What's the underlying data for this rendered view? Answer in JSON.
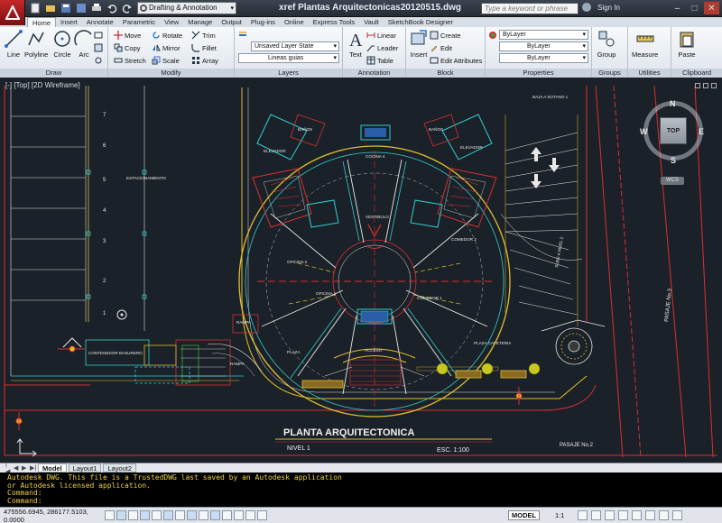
{
  "window": {
    "title": "xref Plantas Arquitectonicas20120515.dwg",
    "workspace": "Drafting & Annotation",
    "search_placeholder": "Type a keyword or phrase",
    "signin": "Sign In"
  },
  "tabs": [
    "Home",
    "Insert",
    "Annotate",
    "Parametric",
    "View",
    "Manage",
    "Output",
    "Plug-ins",
    "Online",
    "Express Tools",
    "Vault",
    "SketchBook Designer"
  ],
  "ribbon": {
    "draw": {
      "title": "Draw",
      "line": "Line",
      "polyline": "Polyline",
      "circle": "Circle",
      "arc": "Arc"
    },
    "modify": {
      "title": "Modify",
      "move": "Move",
      "rotate": "Rotate",
      "trim": "Trim",
      "copy": "Copy",
      "mirror": "Mirror",
      "fillet": "Fillet",
      "stretch": "Stretch",
      "scale": "Scale",
      "array": "Array"
    },
    "layers": {
      "title": "Layers",
      "state": "Unsaved Layer State",
      "layer": "Lineas guias"
    },
    "annotation": {
      "title": "Annotation",
      "text": "Text",
      "linear": "Linear",
      "leader": "Leader",
      "table": "Table"
    },
    "block": {
      "title": "Block",
      "insert": "Insert",
      "create": "Create",
      "edit": "Edit",
      "edit_attributes": "Edit Attributes"
    },
    "properties": {
      "title": "Properties",
      "color": "ByLayer",
      "linetype": "ByLayer",
      "lineweight": "ByLayer"
    },
    "groups": {
      "title": "Groups",
      "group": "Group"
    },
    "utilities": {
      "title": "Utilities",
      "measure": "Measure"
    },
    "clipboard": {
      "title": "Clipboard",
      "paste": "Paste"
    }
  },
  "viewport": {
    "label": "[-] [Top] [2D Wireframe]"
  },
  "viewcube": {
    "n": "N",
    "s": "S",
    "e": "E",
    "w": "W",
    "top": "TOP",
    "wcs": "WCS"
  },
  "drawing": {
    "title": "PLANTA ARQUITECTONICA",
    "nivel": "NIVEL 1",
    "escala": "ESC. 1:100",
    "pasaje2": "PASAJE No.2",
    "pasaje3": "PASAJE No.3",
    "labels": {
      "cocina4": "COCINA 4",
      "oficina2": "OFICINA 2",
      "oficina1": "OFICINA 1",
      "comedor2": "COMEDOR 2",
      "comedor1": "COMEDOR 1",
      "vestibulo": "VESTIBULO",
      "acceso": "ACCESO",
      "plaza": "PLAZA",
      "plaza_cafeteria": "PLAZA CAFETERIA",
      "rampa": "RAMPA",
      "estacionamiento": "ESTACIONAMIENTO",
      "contenedor": "CONTENEDOR BASURERO",
      "elevador": "ELEVADOR",
      "banos": "BAÑOS",
      "baja": "BAJA A SOTANO 1",
      "sube": "SUBE A NIVEL 2"
    },
    "stall_numbers": [
      "7",
      "6",
      "5",
      "4",
      "3",
      "2",
      "1"
    ]
  },
  "layout_tabs": [
    "Model",
    "Layout1",
    "Layout2"
  ],
  "command": {
    "history": [
      "Autodesk DWG.  This file is a TrustedDWG last saved by an Autodesk application",
      "or Autodesk licensed application."
    ],
    "prompt1": "Command:",
    "prompt2": "Command:"
  },
  "status": {
    "coords": "475556.6945, 286177.5103, 0.0000",
    "model": "MODEL",
    "scale": "1:1"
  }
}
